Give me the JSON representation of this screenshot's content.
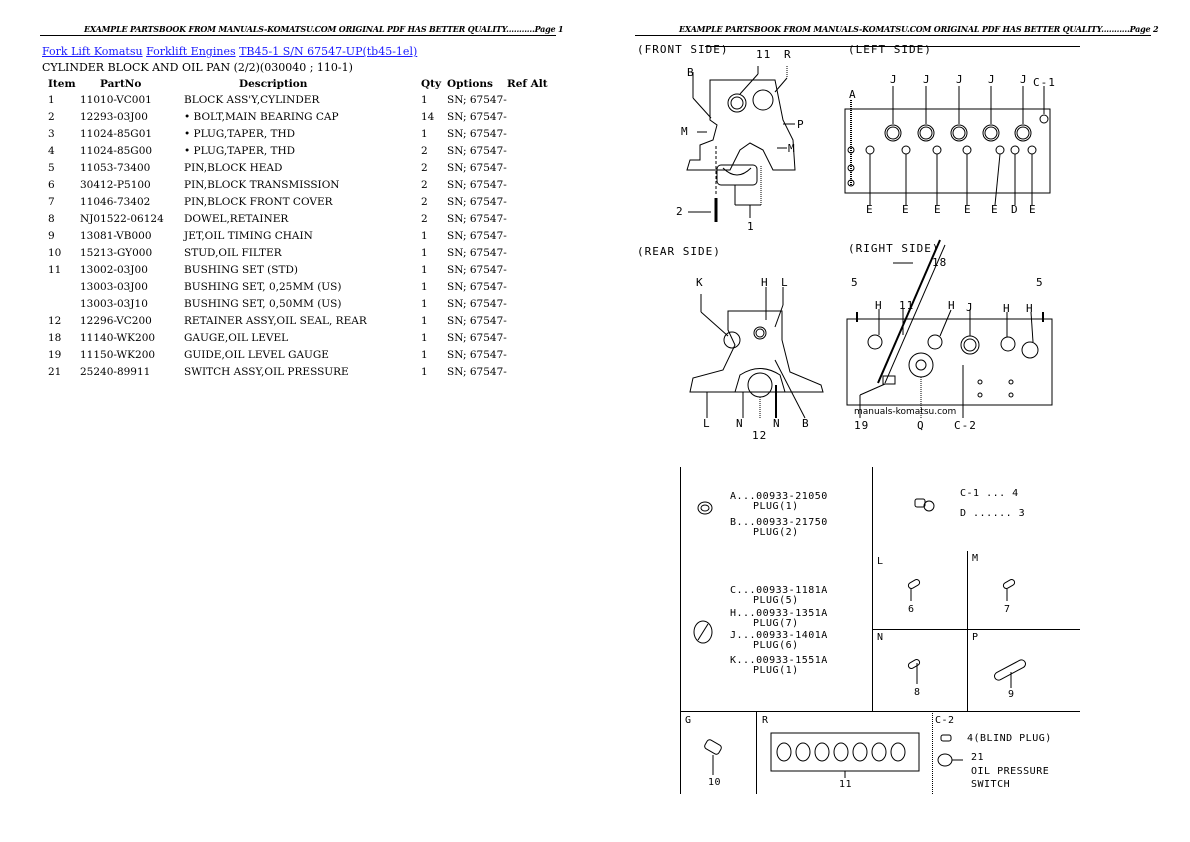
{
  "page1": {
    "header": "EXAMPLE PARTSBOOK FROM MANUALS-KOMATSU.COM ORIGINAL PDF HAS BETTER QUALITY...........Page 1",
    "breadcrumb": {
      "link1": "Fork Lift Komatsu",
      "link2": "Forklift Engines",
      "link3": "TB45-1 S/N 67547-UP(tb45-1el)"
    },
    "subtitle": "CYLINDER BLOCK AND OIL PAN (2/2)(030040 ; 110-1)",
    "table": {
      "columns": [
        "Item",
        "PartNo",
        "Description",
        "Qty",
        "Options",
        "Ref Alt"
      ],
      "rows": [
        {
          "item": "1",
          "part": "11010-VC001",
          "desc": "BLOCK ASS'Y,CYLINDER",
          "qty": "1",
          "opt": "SN; 67547-"
        },
        {
          "item": "2",
          "part": "12293-03J00",
          "desc": "• BOLT,MAIN BEARING CAP",
          "qty": "14",
          "opt": "SN; 67547-"
        },
        {
          "item": "3",
          "part": "11024-85G01",
          "desc": "• PLUG,TAPER, THD",
          "qty": "1",
          "opt": "SN; 67547-"
        },
        {
          "item": "4",
          "part": "11024-85G00",
          "desc": "• PLUG,TAPER, THD",
          "qty": "2",
          "opt": "SN; 67547-"
        },
        {
          "item": "5",
          "part": "11053-73400",
          "desc": "PIN,BLOCK HEAD",
          "qty": "2",
          "opt": "SN; 67547-"
        },
        {
          "item": "6",
          "part": "30412-P5100",
          "desc": "PIN,BLOCK TRANSMISSION",
          "qty": "2",
          "opt": "SN; 67547-"
        },
        {
          "item": "7",
          "part": "11046-73402",
          "desc": "PIN,BLOCK FRONT COVER",
          "qty": "2",
          "opt": "SN; 67547-"
        },
        {
          "item": "8",
          "part": "NJ01522-06124",
          "desc": "DOWEL,RETAINER",
          "qty": "2",
          "opt": "SN; 67547-"
        },
        {
          "item": "9",
          "part": "13081-VB000",
          "desc": "JET,OIL TIMING CHAIN",
          "qty": "1",
          "opt": "SN; 67547-"
        },
        {
          "item": "10",
          "part": "15213-GY000",
          "desc": "STUD,OIL FILTER",
          "qty": "1",
          "opt": "SN; 67547-"
        },
        {
          "item": "11",
          "part": "13002-03J00",
          "desc": "BUSHING SET (STD)",
          "qty": "1",
          "opt": "SN; 67547-"
        },
        {
          "item": "",
          "part": "13003-03J00",
          "desc": "BUSHING SET, 0,25MM (US)",
          "qty": "1",
          "opt": "SN; 67547-"
        },
        {
          "item": "",
          "part": "13003-03J10",
          "desc": "BUSHING SET, 0,50MM (US)",
          "qty": "1",
          "opt": "SN; 67547-"
        },
        {
          "item": "12",
          "part": "12296-VC200",
          "desc": "RETAINER ASSY,OIL SEAL, REAR",
          "qty": "1",
          "opt": "SN; 67547-"
        },
        {
          "item": "18",
          "part": "11140-WK200",
          "desc": "GAUGE,OIL LEVEL",
          "qty": "1",
          "opt": "SN; 67547-"
        },
        {
          "item": "19",
          "part": "11150-WK200",
          "desc": "GUIDE,OIL LEVEL GAUGE",
          "qty": "1",
          "opt": "SN; 67547-"
        },
        {
          "item": "21",
          "part": "25240-89911",
          "desc": "SWITCH ASSY,OIL PRESSURE",
          "qty": "1",
          "opt": "SN; 67547-"
        }
      ]
    }
  },
  "page2": {
    "header": "EXAMPLE PARTSBOOK FROM MANUALS-KOMATSU.COM ORIGINAL PDF HAS BETTER QUALITY...........Page 2",
    "views": {
      "front": "(FRONT SIDE)",
      "left": "(LEFT SIDE)",
      "rear": "(REAR SIDE)",
      "right": "(RIGHT SIDE)"
    },
    "front_callouts": {
      "c11": "11",
      "r": "R",
      "b": "B",
      "m1": "M",
      "p": "P",
      "m2": "M",
      "c2": "2",
      "c1": "1"
    },
    "left_callouts": {
      "a": "A",
      "j": "J",
      "c1": "C-1",
      "e": "E",
      "d": "D"
    },
    "rear_callouts": {
      "k": "K",
      "h": "H",
      "l": "L",
      "n": "N",
      "b": "B",
      "c12": "12"
    },
    "right_callouts": {
      "c18": "18",
      "c5": "5",
      "h": "H",
      "c11": "11",
      "j": "J",
      "c19": "19",
      "q": "Q",
      "c2": "C-2",
      "watermark": "manuals-komatsu.com"
    },
    "legend": {
      "plugs_ab": [
        {
          "code": "A...00933-21050",
          "name": "PLUG(1)"
        },
        {
          "code": "B...00933-21750",
          "name": "PLUG(2)"
        }
      ],
      "plugs_ck": [
        {
          "code": "C...00933-1181A",
          "name": "PLUG(5)"
        },
        {
          "code": "H...00933-1351A",
          "name": "PLUG(7)"
        },
        {
          "code": "J...00933-1401A",
          "name": "PLUG(6)"
        },
        {
          "code": "K...00933-1551A",
          "name": "PLUG(1)"
        }
      ],
      "c1_line": "C-1 ... 4",
      "d_line": "D ...... 3",
      "cells": {
        "l": {
          "label": "L",
          "num": "6"
        },
        "m": {
          "label": "M",
          "num": "7"
        },
        "n": {
          "label": "N",
          "num": "8"
        },
        "p": {
          "label": "P",
          "num": "9"
        },
        "g": {
          "label": "G",
          "num": "10"
        },
        "r": {
          "label": "R",
          "num": "11"
        },
        "c2": {
          "label": "C-2",
          "blind": "4(BLIND PLUG)",
          "num": "21",
          "switch1": "OIL PRESSURE",
          "switch2": "SWITCH"
        }
      }
    }
  }
}
